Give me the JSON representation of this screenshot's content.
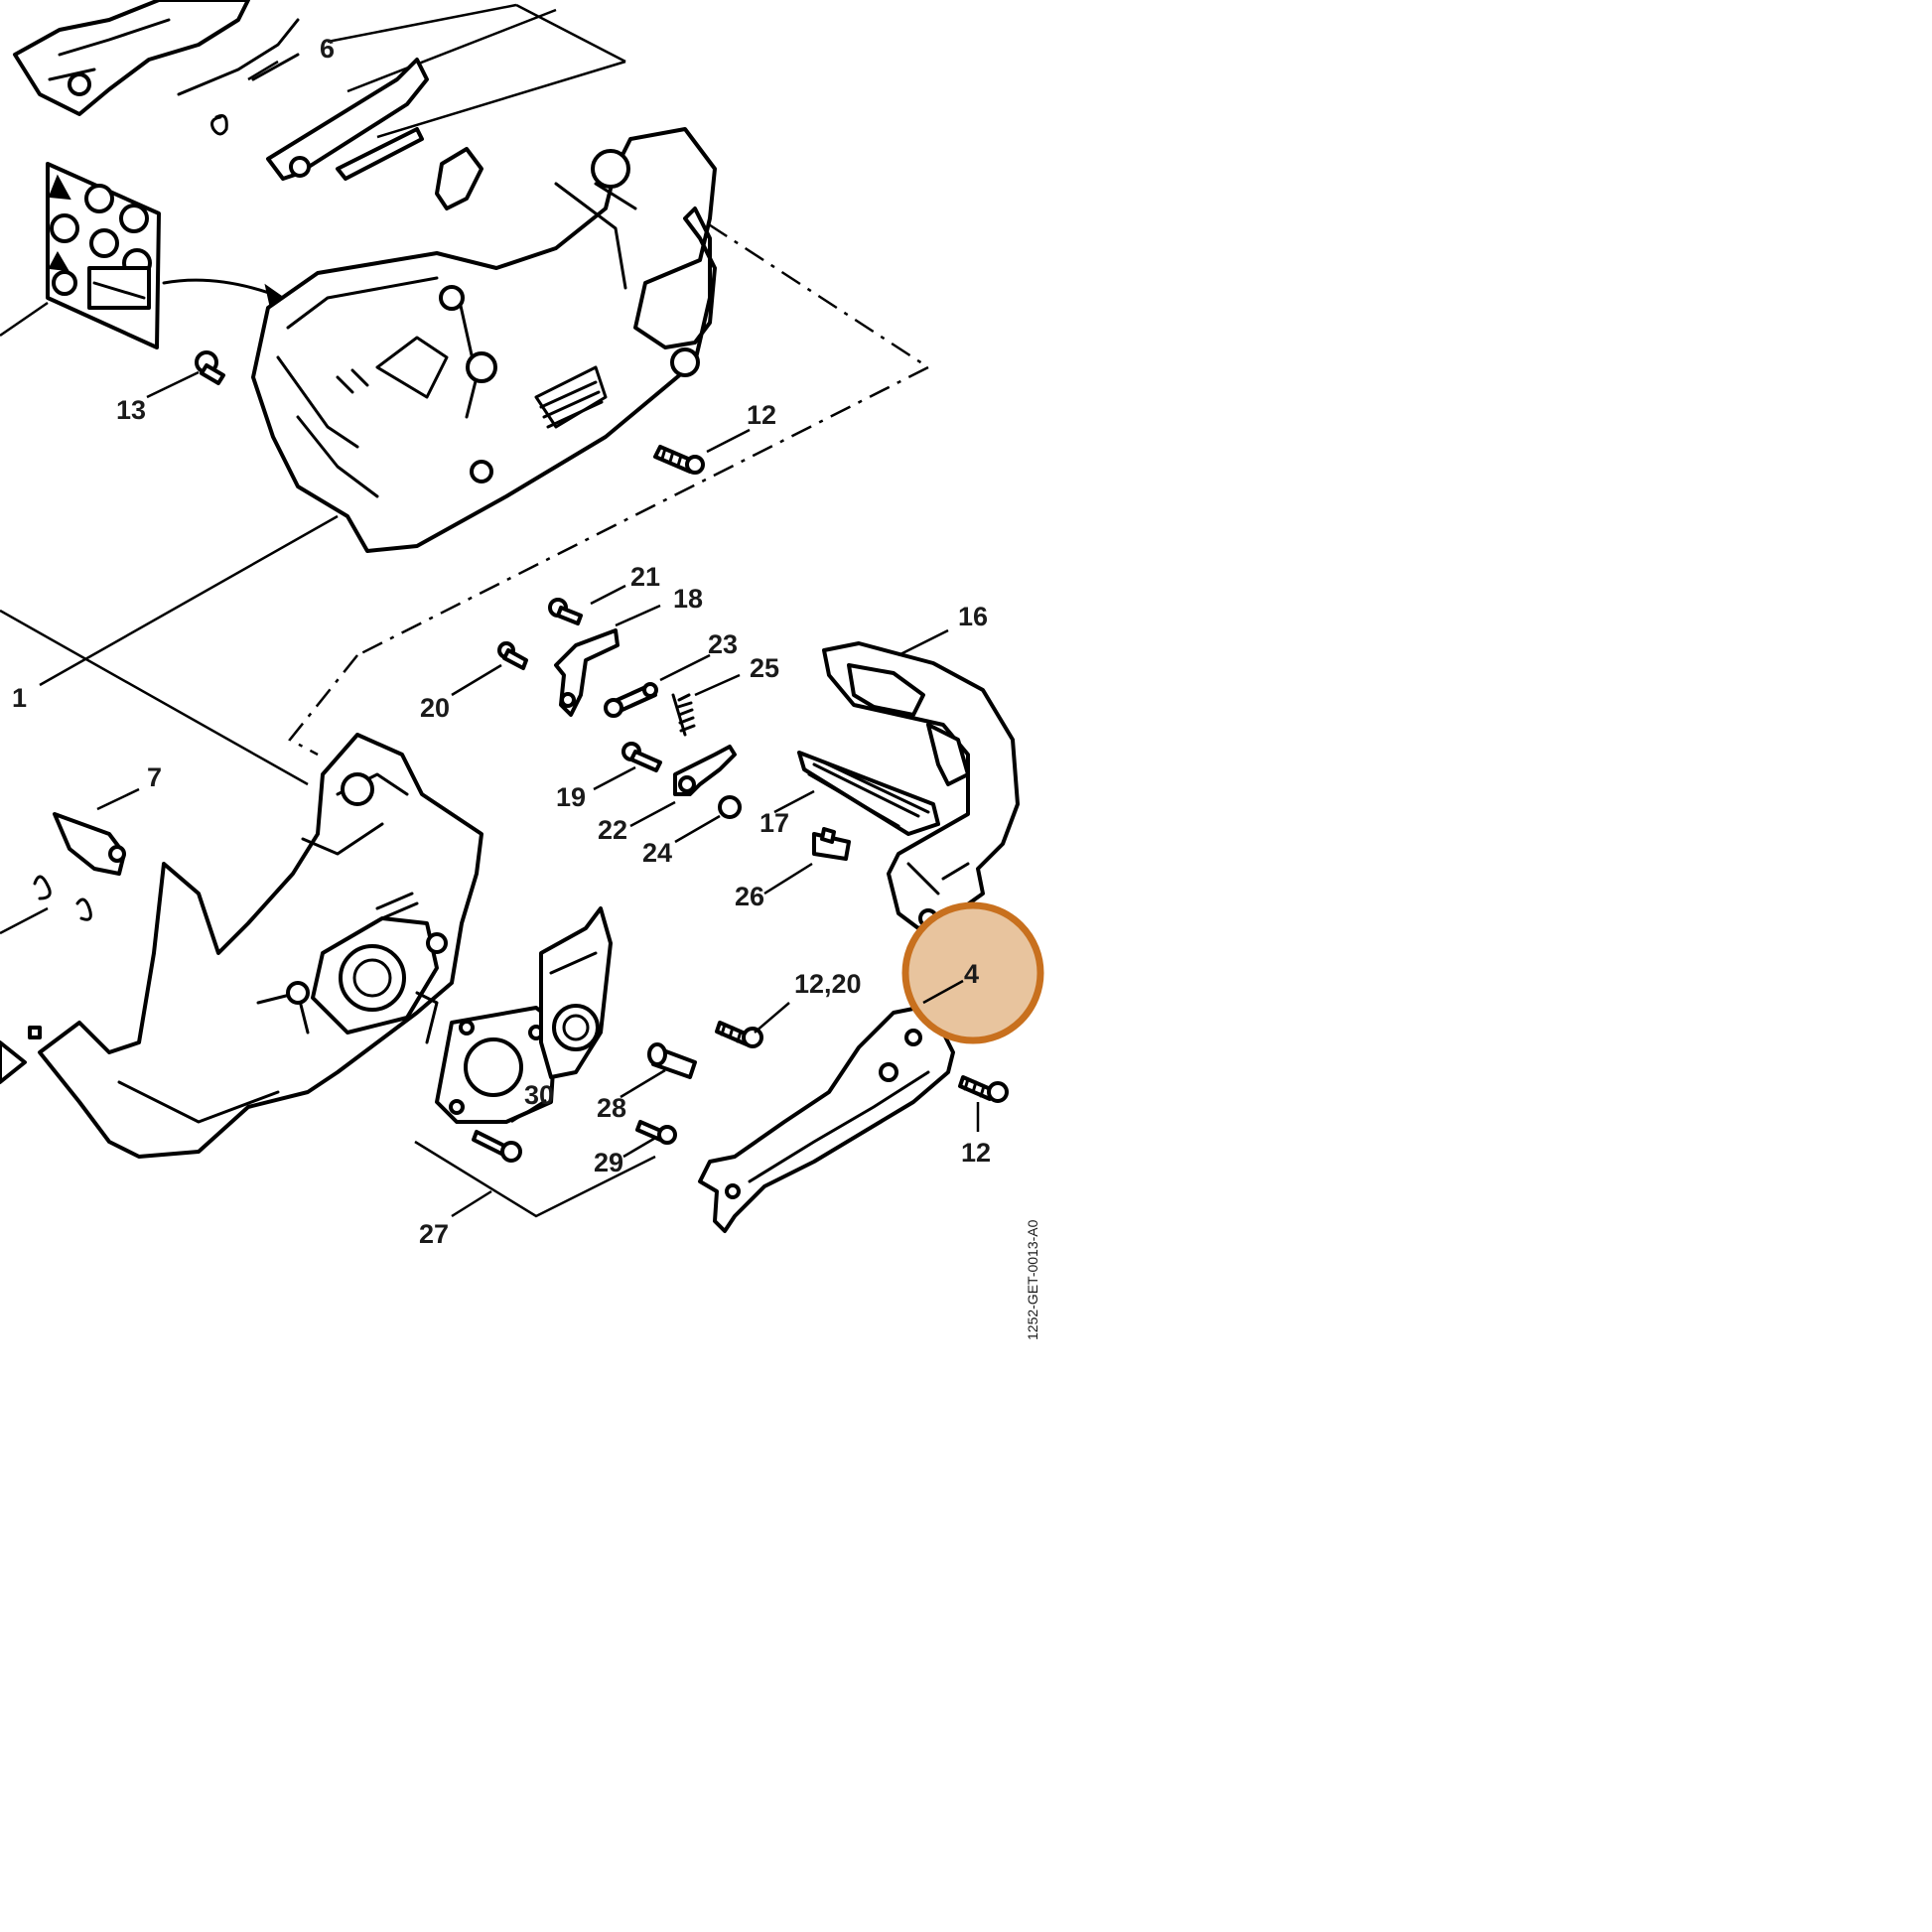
{
  "callouts": {
    "c1": "1",
    "c4": "4",
    "c6": "6",
    "c7": "7",
    "c12a": "12",
    "c12b": "12",
    "c12_20": "12,20",
    "c13": "13",
    "c16": "16",
    "c17": "17",
    "c18": "18",
    "c19": "19",
    "c20": "20",
    "c21": "21",
    "c22": "22",
    "c23": "23",
    "c24": "24",
    "c25": "25",
    "c26": "26",
    "c27": "27",
    "c28": "28",
    "c29": "29",
    "c30": "30"
  },
  "document_id": "1252-GET-0013-A0",
  "colors": {
    "highlight_fill": "#e8c49e",
    "highlight_ring": "#c8701e",
    "line": "#000000"
  },
  "highlighted_part": "4"
}
